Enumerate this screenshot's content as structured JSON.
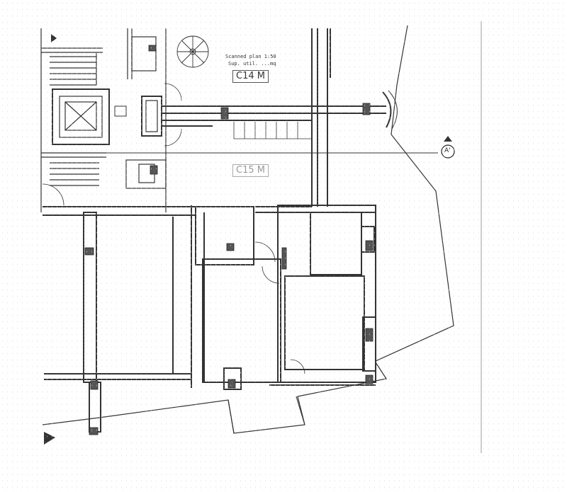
{
  "plan": {
    "note_line1": "Scanned plan 1:50",
    "note_line2": "Sup. util. ...mq",
    "unit_tag_upper": "C14 M",
    "unit_tag_lower": "C15 M",
    "section_marker": "A'"
  }
}
